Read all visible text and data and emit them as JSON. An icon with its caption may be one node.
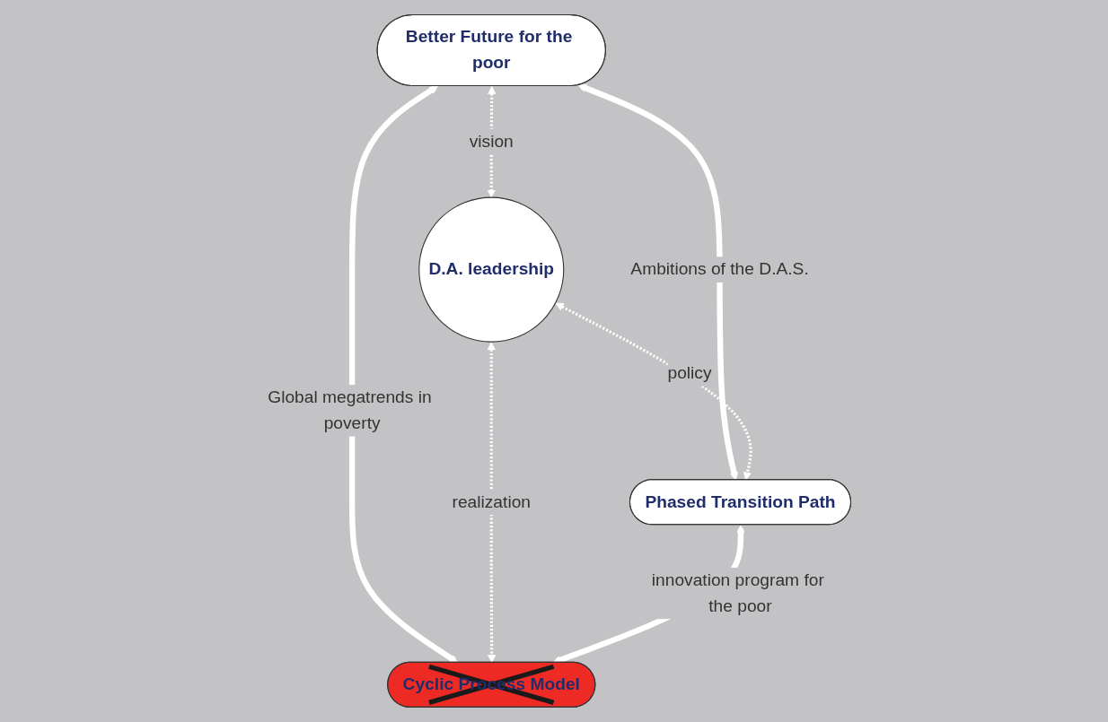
{
  "diagram": {
    "nodes": [
      {
        "text": [
          "Better Future for the poor"
        ]
      },
      {
        "text": [
          "D.A. leadership"
        ]
      },
      {
        "text": [
          "Phased Transition Path"
        ]
      },
      {
        "text": [
          "Cyclic Process Model"
        ]
      }
    ],
    "edges": [
      {
        "from": 0,
        "to": 2,
        "arrow": "both",
        "label": "Ambitions of the D.A.S.",
        "style": "thick"
      },
      {
        "from": 0,
        "to": 3,
        "arrow": "both",
        "label": "Global megatrends in poverty",
        "style": "thick"
      },
      {
        "from": 0,
        "to": 1,
        "arrow": "both",
        "label": "vision",
        "style": "dashed"
      },
      {
        "from": 1,
        "to": 2,
        "arrow": "both",
        "label": "policy",
        "style": "dashed"
      },
      {
        "from": 1,
        "to": 3,
        "arrow": "both",
        "label": "realization",
        "style": "dashed"
      },
      {
        "from": 2,
        "to": 3,
        "arrow": "both",
        "label": "innovation program for the poor",
        "style": "thick"
      }
    ]
  }
}
